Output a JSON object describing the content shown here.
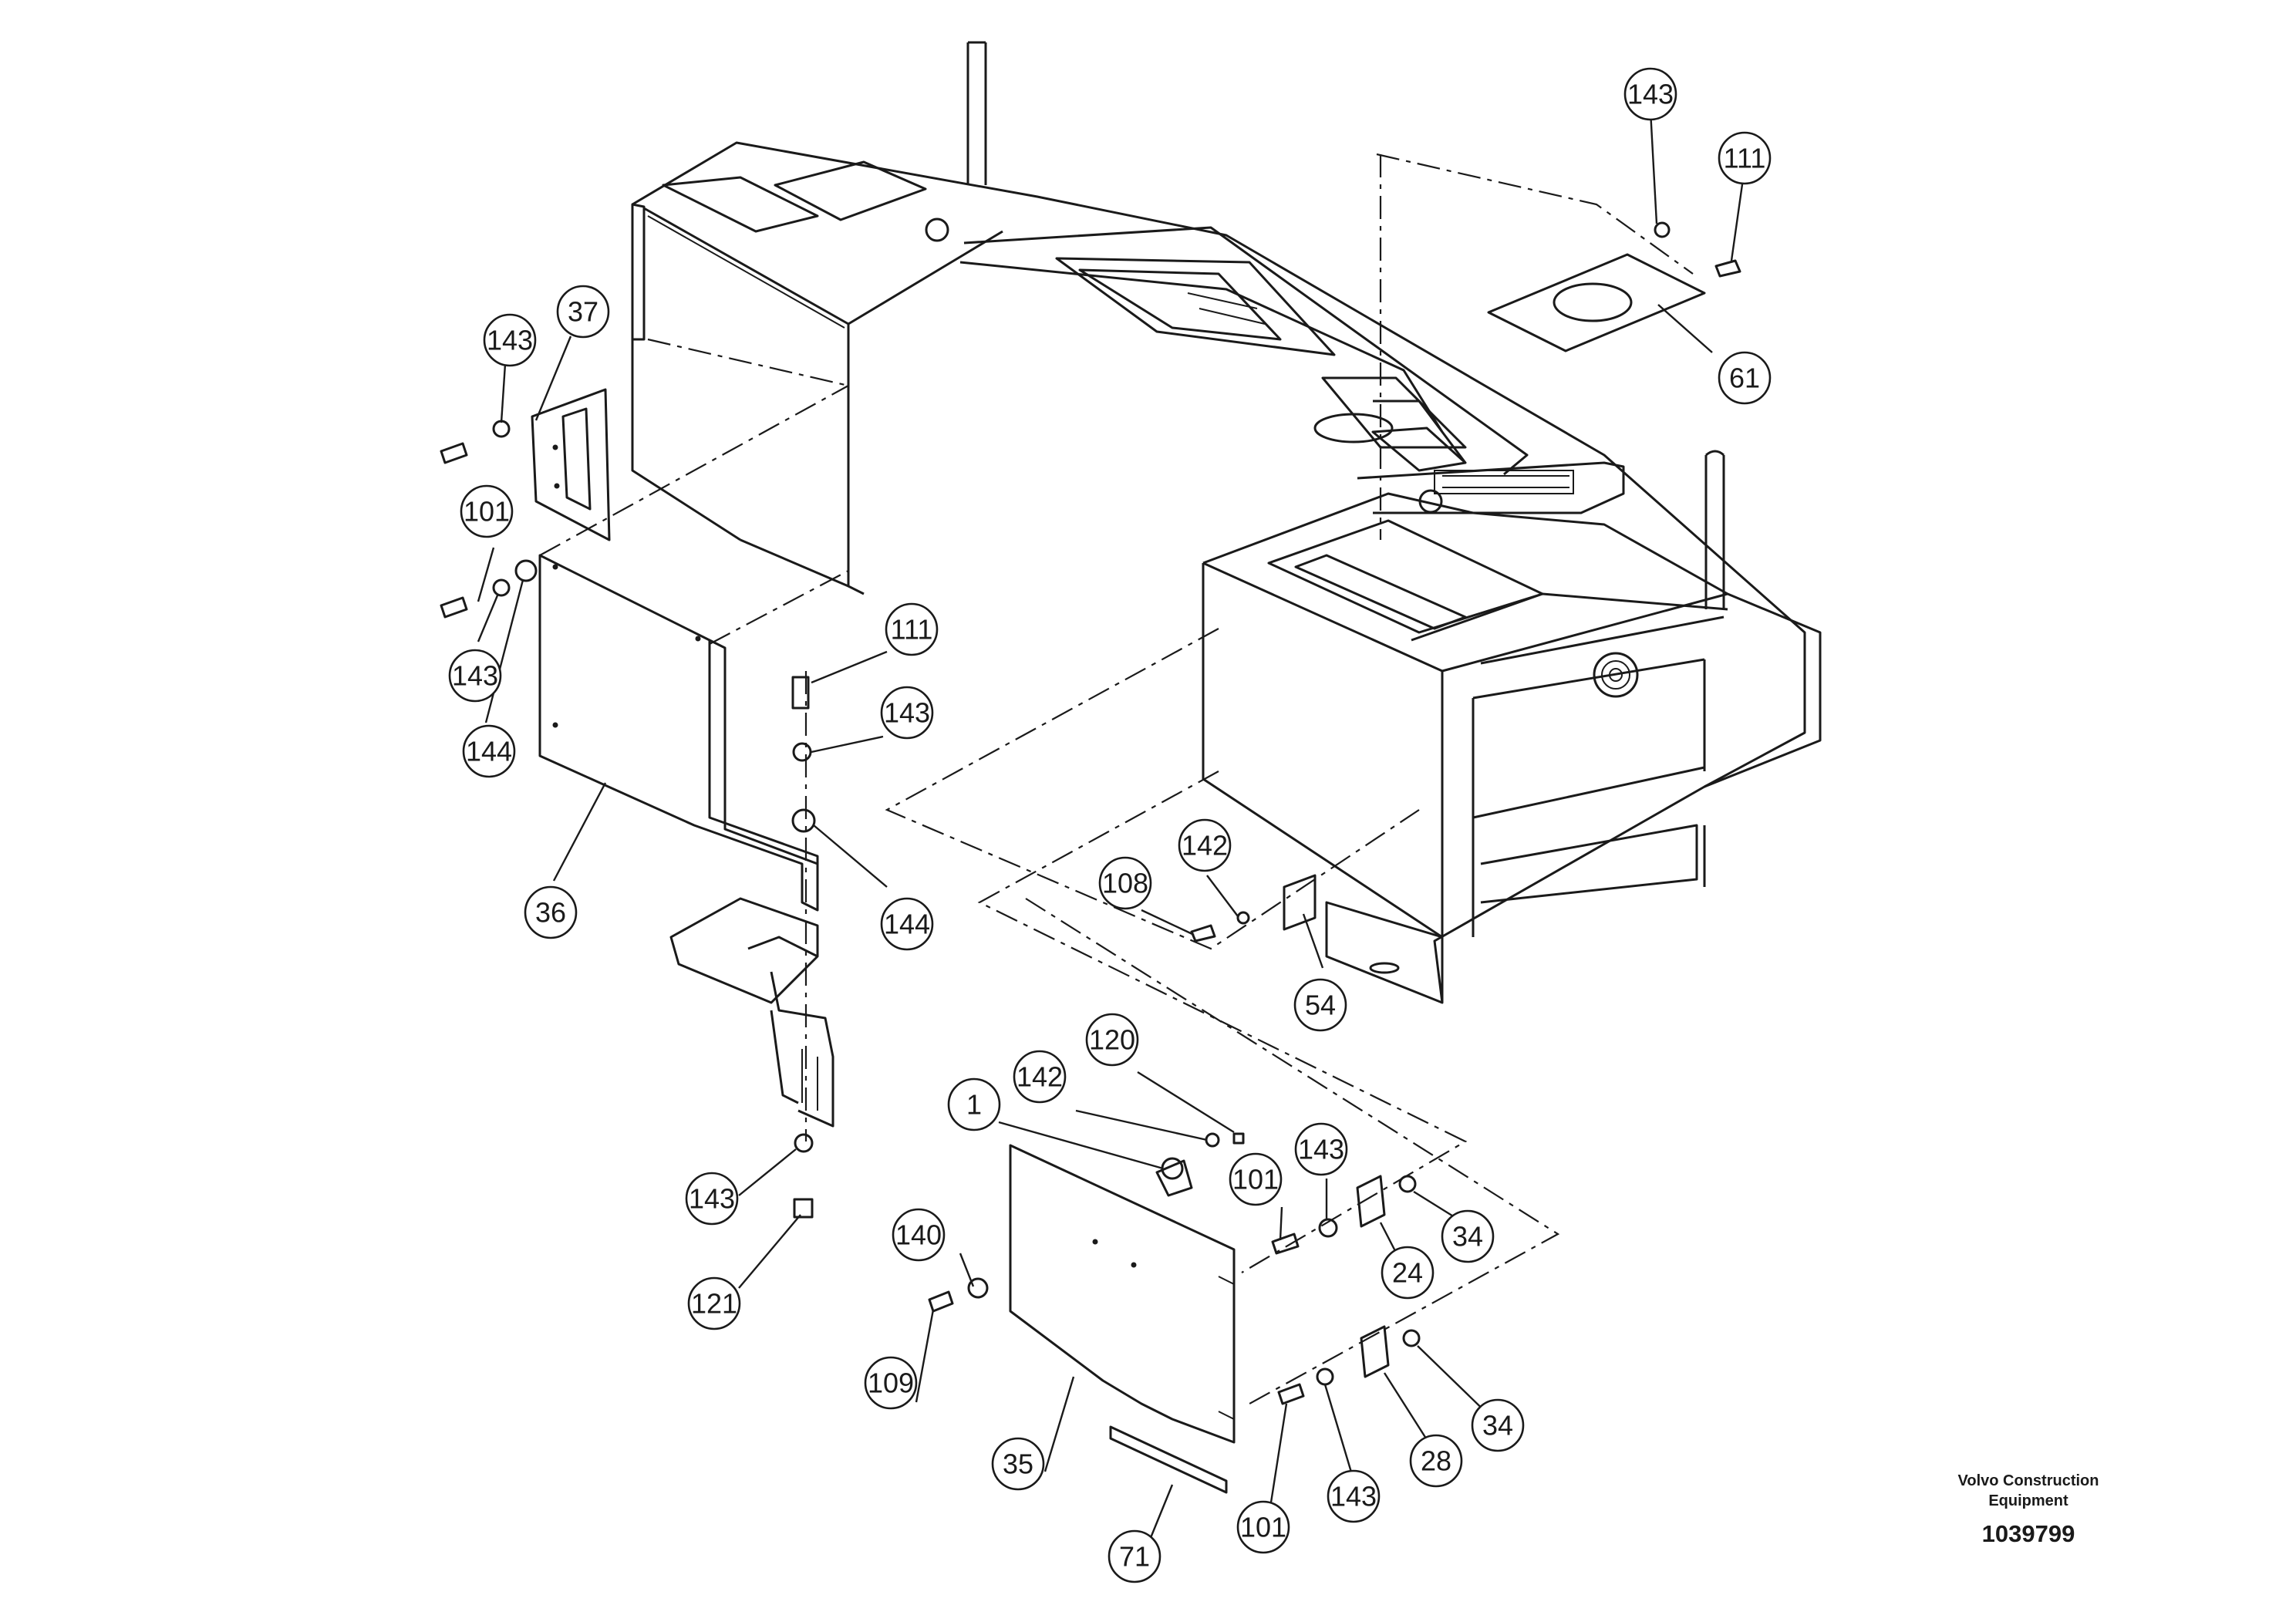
{
  "callouts": [
    "143",
    "111",
    "61",
    "37",
    "143",
    "101",
    "143",
    "144",
    "36",
    "111",
    "143",
    "144",
    "142",
    "108",
    "54",
    "143",
    "121",
    "120",
    "142",
    "1",
    "143",
    "101",
    "34",
    "24",
    "140",
    "109",
    "35",
    "34",
    "28",
    "143",
    "101",
    "71"
  ],
  "credit": {
    "line1": "Volvo Construction",
    "line2": "Equipment",
    "ref": "1039799"
  }
}
